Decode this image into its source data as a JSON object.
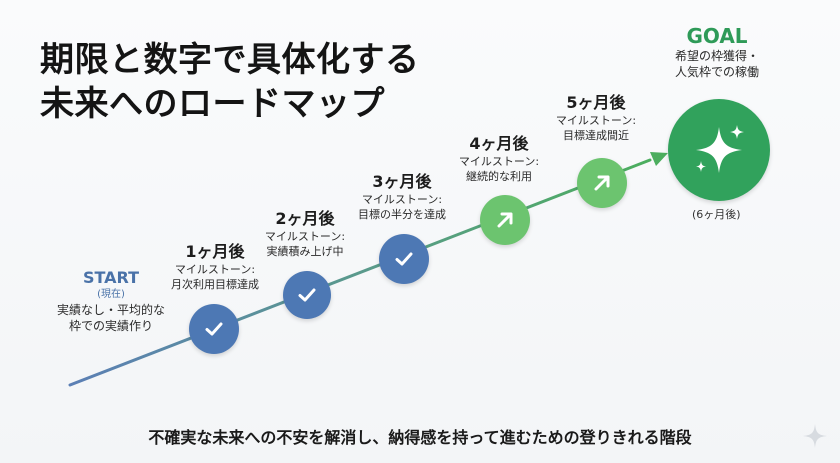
{
  "title": {
    "line1": "期限と数字で具体化する",
    "line2": "未来へのロードマップ"
  },
  "start": {
    "label": "START",
    "sublabel": "(現在)",
    "desc1": "実績なし・平均的な",
    "desc2": "枠での実績作り"
  },
  "milestones": [
    {
      "period": "1ヶ月後",
      "line1": "マイルストーン:",
      "line2": "月次利用目標達成",
      "icon": "check-icon"
    },
    {
      "period": "2ヶ月後",
      "line1": "マイルストーン:",
      "line2": "実績積み上げ中",
      "icon": "check-icon"
    },
    {
      "period": "3ヶ月後",
      "line1": "マイルストーン:",
      "line2": "目標の半分を達成",
      "icon": "check-icon"
    },
    {
      "period": "4ヶ月後",
      "line1": "マイルストーン:",
      "line2": "継続的な利用",
      "icon": "arrow-up-right-icon"
    },
    {
      "period": "5ヶ月後",
      "line1": "マイルストーン:",
      "line2": "目標達成間近",
      "icon": "arrow-up-right-icon"
    }
  ],
  "goal": {
    "label": "GOAL",
    "line1": "希望の枠獲得・",
    "line2": "人気枠での稼働",
    "note": "(6ヶ月後)",
    "icon": "sparkle-icon"
  },
  "footer": "不確実な未来への不安を解消し、納得感を持って進むための登りきれる階段",
  "colors": {
    "blue": "#4d78b4",
    "green_light": "#6cc46f",
    "green_goal": "#31a25c",
    "line": "#5a9a8c"
  }
}
